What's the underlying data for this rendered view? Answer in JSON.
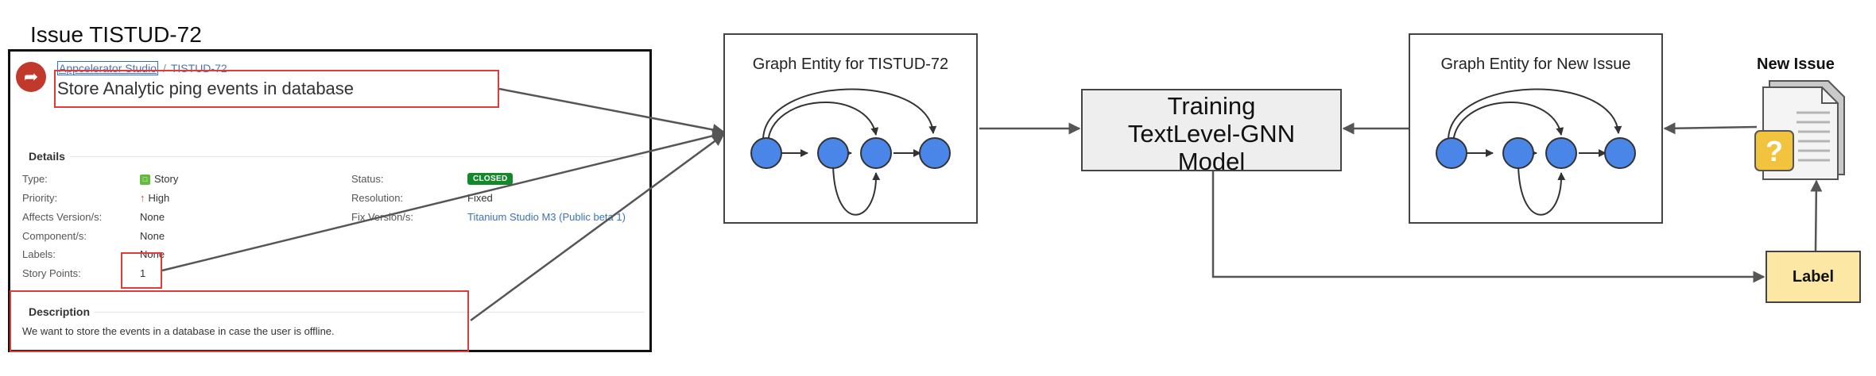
{
  "issue_heading": "Issue TISTUD-72",
  "jira": {
    "project_link": "Appcelerator Studio",
    "separator": "/",
    "issue_key": "TISTUD-72",
    "summary": "Store Analytic ping events in database",
    "details_heading": "Details",
    "fields": {
      "type_label": "Type:",
      "type_value": "Story",
      "priority_label": "Priority:",
      "priority_value": "High",
      "affects_label": "Affects Version/s:",
      "affects_value": "None",
      "component_label": "Component/s:",
      "component_value": "None",
      "labels_label": "Labels:",
      "labels_value": "None",
      "points_label": "Story Points:",
      "points_value": "1",
      "status_label": "Status:",
      "status_value": "CLOSED",
      "resolution_label": "Resolution:",
      "resolution_value": "Fixed",
      "fix_label": "Fix Version/s:",
      "fix_value": "Titanium Studio M3 (Public beta 1)"
    },
    "description_heading": "Description",
    "description_text": "We want to store the events in a database in case the user is offline."
  },
  "graph_left": {
    "title": "Graph Entity for TISTUD-72"
  },
  "training": {
    "line1": "Training",
    "line2": "TextLevel-GNN",
    "line3": "Model"
  },
  "graph_right": {
    "title": "Graph Entity for New Issue"
  },
  "new_issue": {
    "label": "New Issue",
    "icon": "document-question-icon"
  },
  "label_box": {
    "text": "Label"
  },
  "colors": {
    "node_fill": "#4a86e8",
    "node_stroke": "#333333",
    "highlight_red": "#e03a3a",
    "label_fill": "#fce7a4",
    "training_fill": "#eeeeee",
    "status_green": "#14892c"
  }
}
